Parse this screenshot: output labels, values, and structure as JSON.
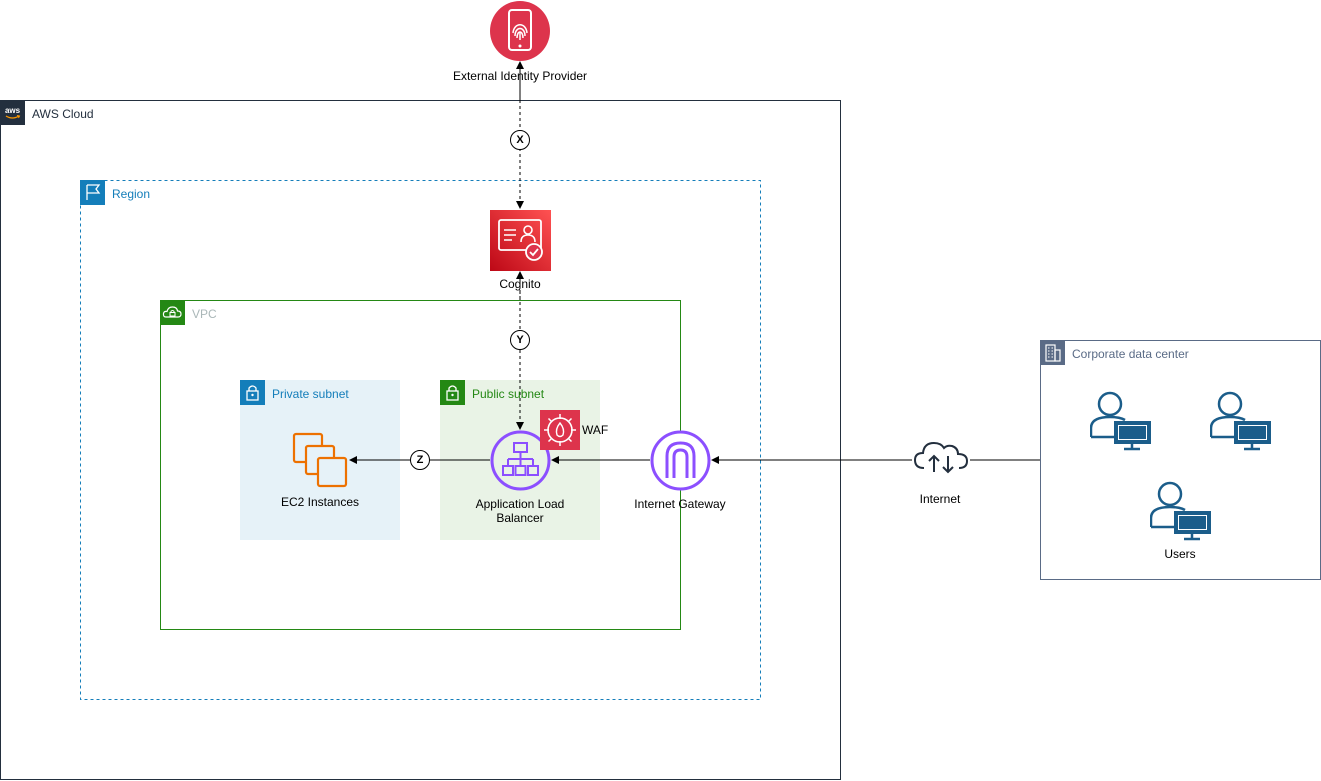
{
  "colors": {
    "aws_cloud_border": "#232F3E",
    "region_border": "#147EBA",
    "vpc_border": "#248814",
    "private_subnet_fill": "#E6F2F8",
    "private_subnet_accent": "#147EBA",
    "public_subnet_fill": "#E9F3E6",
    "public_subnet_accent": "#248814",
    "security_red": "#DD344C",
    "networking_purple": "#8C4FFF",
    "compute_orange": "#ED7100",
    "corporate_border": "#5A6B86",
    "user_blue": "#1B5D8A"
  },
  "labels": {
    "external_idp": "External Identity Provider",
    "aws_cloud": "AWS Cloud",
    "region": "Region",
    "vpc": "VPC",
    "cognito": "Cognito",
    "private_subnet": "Private subnet",
    "public_subnet": "Public subnet",
    "ec2": "EC2 Instances",
    "alb_line1": "Application Load",
    "alb_line2": "Balancer",
    "waf": "WAF",
    "igw": "Internet Gateway",
    "internet": "Internet",
    "corporate": "Corporate data center",
    "users": "Users"
  },
  "markers": {
    "x": "X",
    "y": "Y",
    "z": "Z"
  },
  "icons": {
    "idp": "mobile-fingerprint-icon",
    "aws": "aws-logo-icon",
    "region": "region-flag-icon",
    "vpc": "vpc-cloud-lock-icon",
    "subnet": "subnet-lock-icon",
    "cognito": "cognito-icon",
    "ec2": "ec2-instances-icon",
    "alb": "application-load-balancer-icon",
    "waf": "waf-icon",
    "igw": "internet-gateway-icon",
    "internet": "internet-cloud-icon",
    "corporate": "corporate-building-icon",
    "user": "user-workstation-icon"
  }
}
